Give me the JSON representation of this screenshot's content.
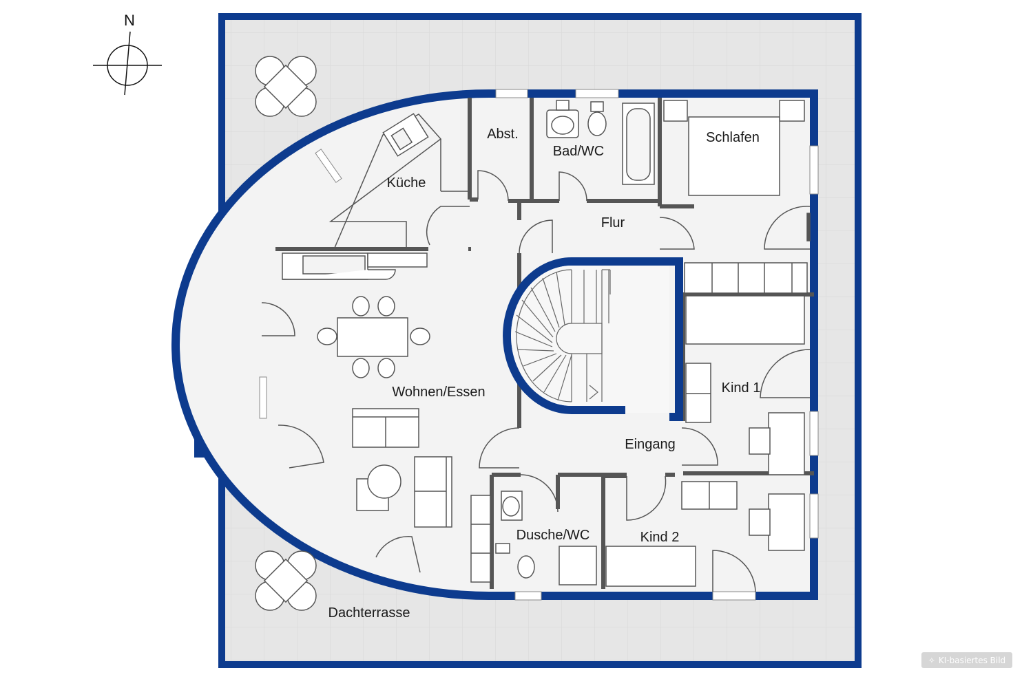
{
  "compass": {
    "label": "N",
    "icon": "compass-icon"
  },
  "rooms": {
    "kueche": "Küche",
    "abst": "Abst.",
    "bad": "Bad/WC",
    "schlafen": "Schlafen",
    "flur": "Flur",
    "wohnen": "Wohnen/Essen",
    "kind1": "Kind 1",
    "eingang": "Eingang",
    "dusche": "Dusche/WC",
    "kind2": "Kind 2",
    "terrasse": "Dachterrasse"
  },
  "badge": {
    "label": "KI-basiertes Bild",
    "icon": "sparkle-icon"
  },
  "colors": {
    "wall": "#0d3b8e",
    "terrace": "#e4e4e4",
    "floor": "#f4f4f4",
    "line": "#555555"
  }
}
